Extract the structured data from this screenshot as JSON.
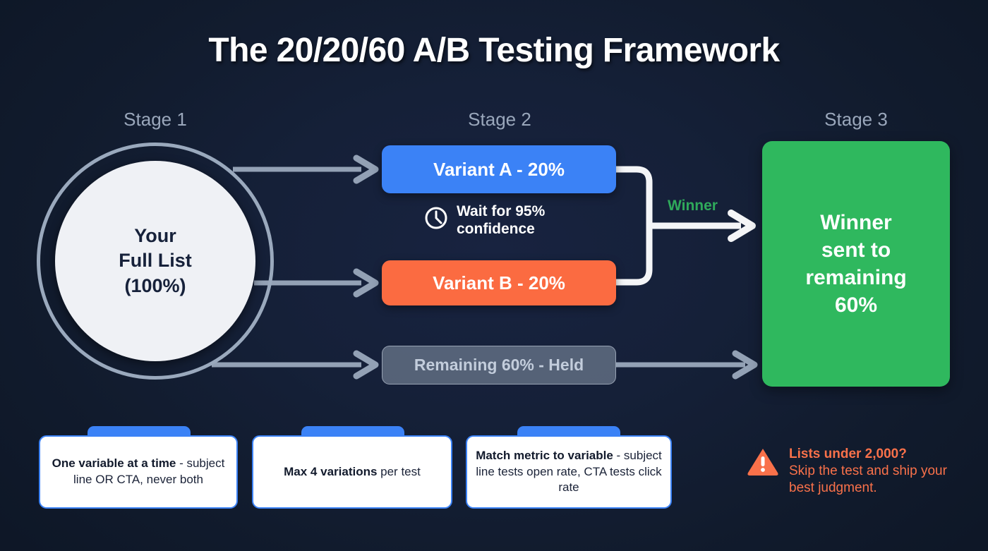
{
  "title": "The 20/20/60 A/B Testing Framework",
  "colors": {
    "background": "#111b2d",
    "variant_a": "#3b82f6",
    "variant_b": "#fb6b41",
    "winner_green": "#2fb85e",
    "winner_label": "#2faa5b",
    "held_gray": "#c3cddc",
    "warning_orange": "#f9714a",
    "arrow_gray": "#93a1b5",
    "stage_label": "#9aa7bb",
    "card_border": "#3b82f6"
  },
  "stages": {
    "stage1": "Stage 1",
    "stage2": "Stage 2",
    "stage3": "Stage 3"
  },
  "source": {
    "line1": "Your",
    "line2": "Full List",
    "line3": "(100%)"
  },
  "variants": {
    "a": "Variant A - 20%",
    "b": "Variant B - 20%",
    "held": "Remaining 60% - Held"
  },
  "wait_note": {
    "line1": "Wait for 95%",
    "line2": "confidence",
    "icon": "clock-icon"
  },
  "winner": {
    "label": "Winner",
    "line1": "Winner",
    "line2": "sent to",
    "line3": "remaining",
    "line4": "60%"
  },
  "tips": [
    {
      "bold": "One variable at a time",
      "rest": " - subject line OR CTA, never both"
    },
    {
      "bold": "Max 4 variations",
      "rest": " per test"
    },
    {
      "bold": "Match metric to variable",
      "rest": " - subject line tests open rate, CTA tests click rate"
    }
  ],
  "warning": {
    "icon": "warning-triangle-icon",
    "headline": "Lists under 2,000?",
    "body": "Skip the test and ship your best judgment."
  }
}
